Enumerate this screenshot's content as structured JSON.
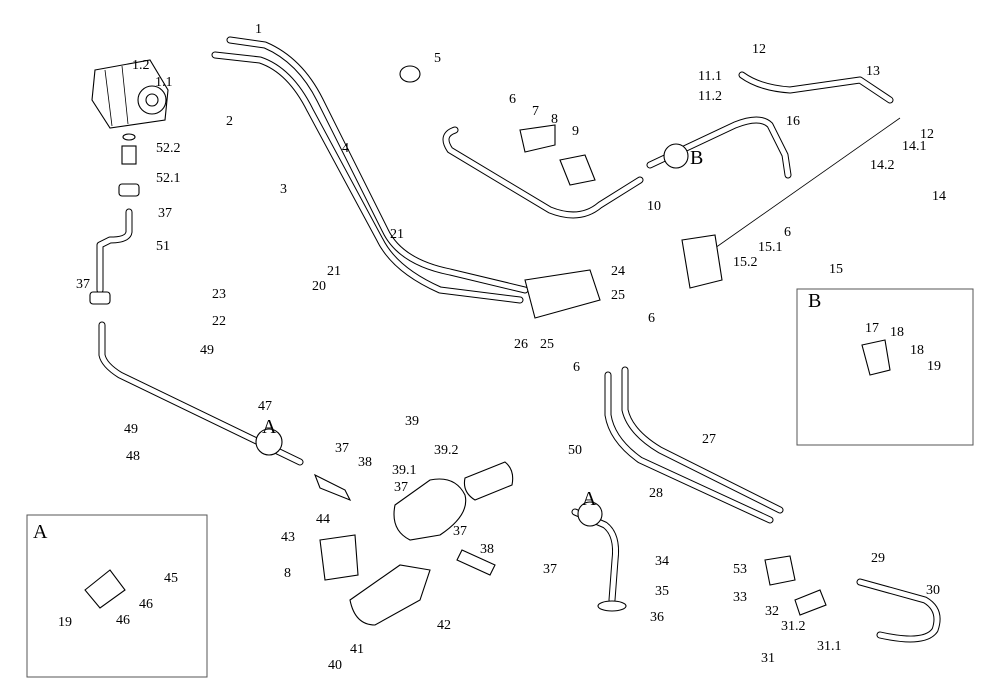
{
  "diagram": {
    "type": "exploded parts diagram",
    "inset_A_label": "A",
    "inset_B_label": "B",
    "view_markers": [
      "A",
      "A",
      "B"
    ],
    "callouts": [
      "1",
      "1.2",
      "1.1",
      "2",
      "5",
      "52.2",
      "52.1",
      "37",
      "51",
      "37",
      "23",
      "22",
      "49",
      "49",
      "48",
      "47",
      "4",
      "3",
      "21",
      "21",
      "20",
      "6",
      "7",
      "8",
      "9",
      "10",
      "16",
      "11.1",
      "11.2",
      "12",
      "13",
      "12",
      "14.1",
      "14.2",
      "14",
      "6",
      "15.1",
      "15.2",
      "15",
      "24",
      "25",
      "26",
      "25",
      "6",
      "6",
      "50",
      "27",
      "28",
      "39",
      "39.2",
      "37",
      "38",
      "39.1",
      "37",
      "44",
      "43",
      "8",
      "37",
      "38",
      "37",
      "34",
      "35",
      "36",
      "42",
      "41",
      "40",
      "29",
      "30",
      "53",
      "33",
      "32",
      "31.2",
      "31.1",
      "31"
    ],
    "inset_B_callouts": [
      "17",
      "18",
      "18",
      "19"
    ],
    "inset_A_callouts": [
      "45",
      "46",
      "46",
      "19"
    ]
  }
}
